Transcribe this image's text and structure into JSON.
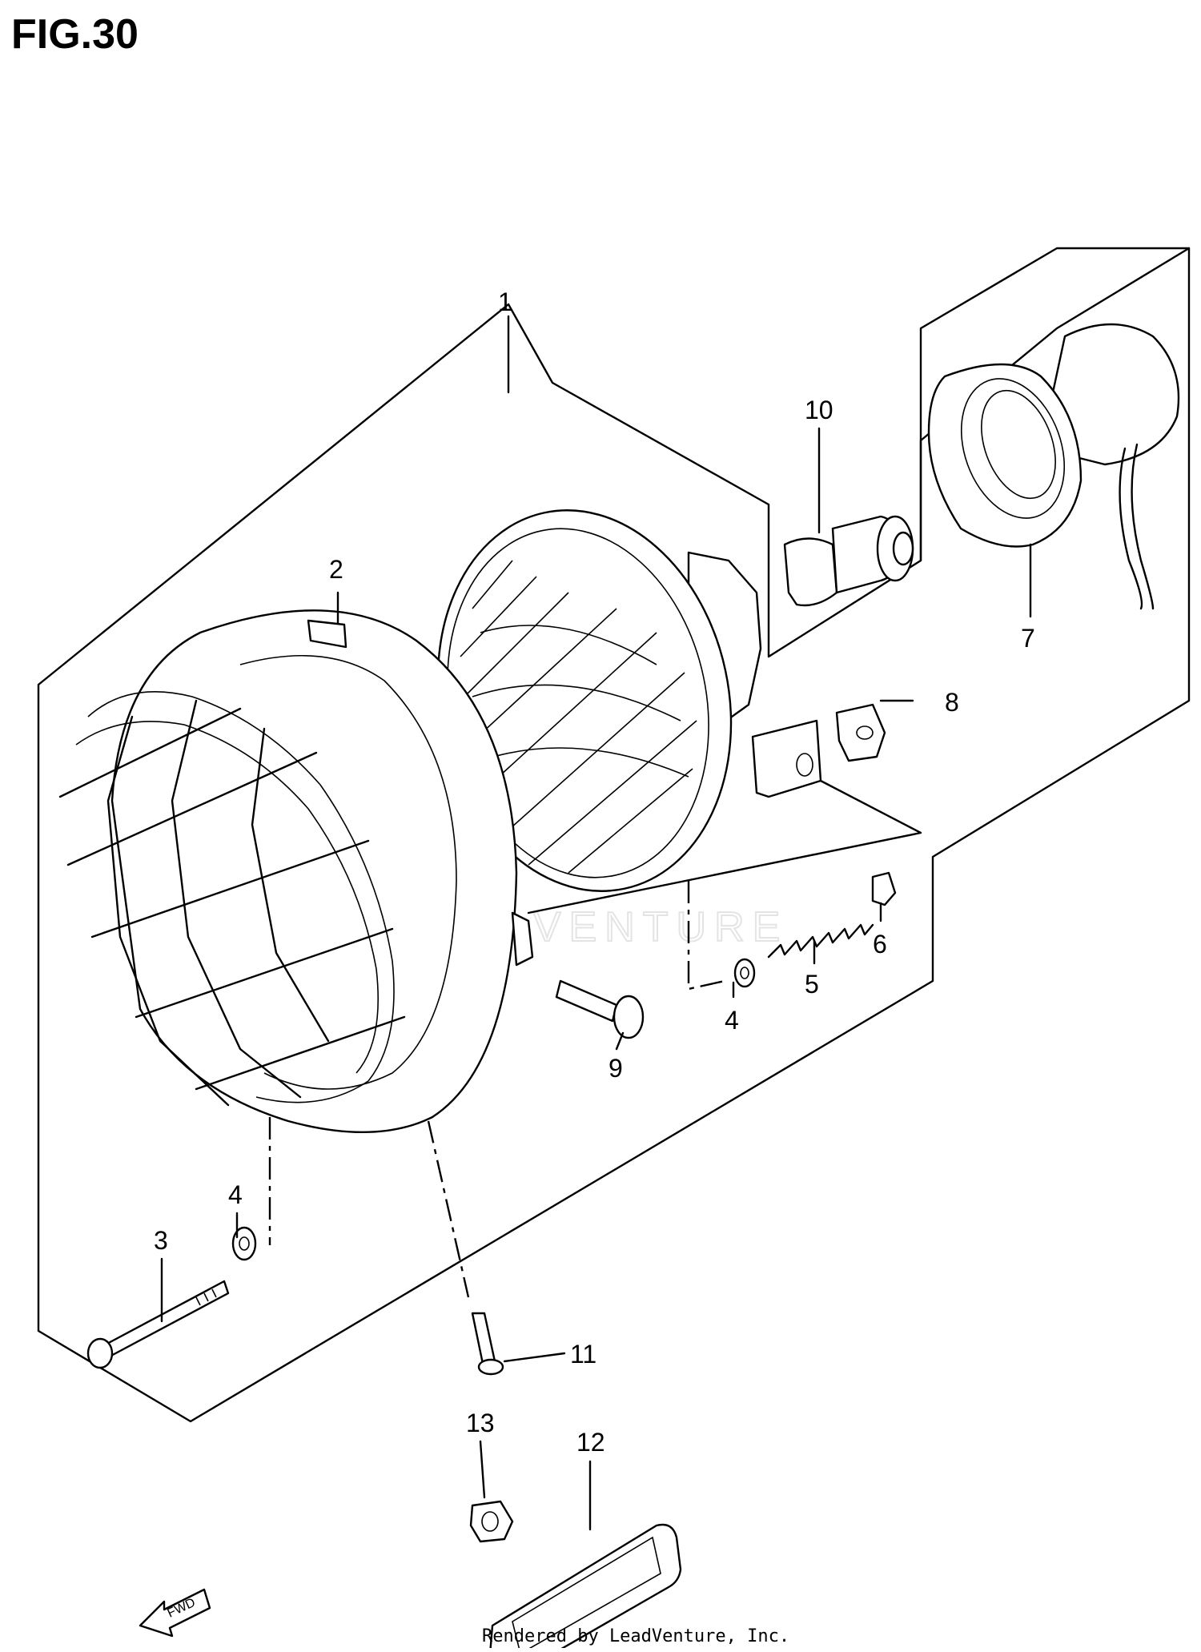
{
  "figure": {
    "title": "FIG.30",
    "watermark": "LEADVENTURE",
    "credit": "Rendered by LeadVenture, Inc.",
    "fwd_label": "FWD"
  },
  "callouts": [
    {
      "id": "1",
      "label": "1"
    },
    {
      "id": "2",
      "label": "2"
    },
    {
      "id": "3",
      "label": "3"
    },
    {
      "id": "4a",
      "label": "4"
    },
    {
      "id": "4b",
      "label": "4"
    },
    {
      "id": "5",
      "label": "5"
    },
    {
      "id": "6",
      "label": "6"
    },
    {
      "id": "7",
      "label": "7"
    },
    {
      "id": "8",
      "label": "8"
    },
    {
      "id": "9",
      "label": "9"
    },
    {
      "id": "10",
      "label": "10"
    },
    {
      "id": "11",
      "label": "11"
    },
    {
      "id": "12",
      "label": "12"
    },
    {
      "id": "13",
      "label": "13"
    }
  ],
  "colors": {
    "line": "#000000",
    "background": "#ffffff",
    "watermark": "#e4e4e4"
  }
}
